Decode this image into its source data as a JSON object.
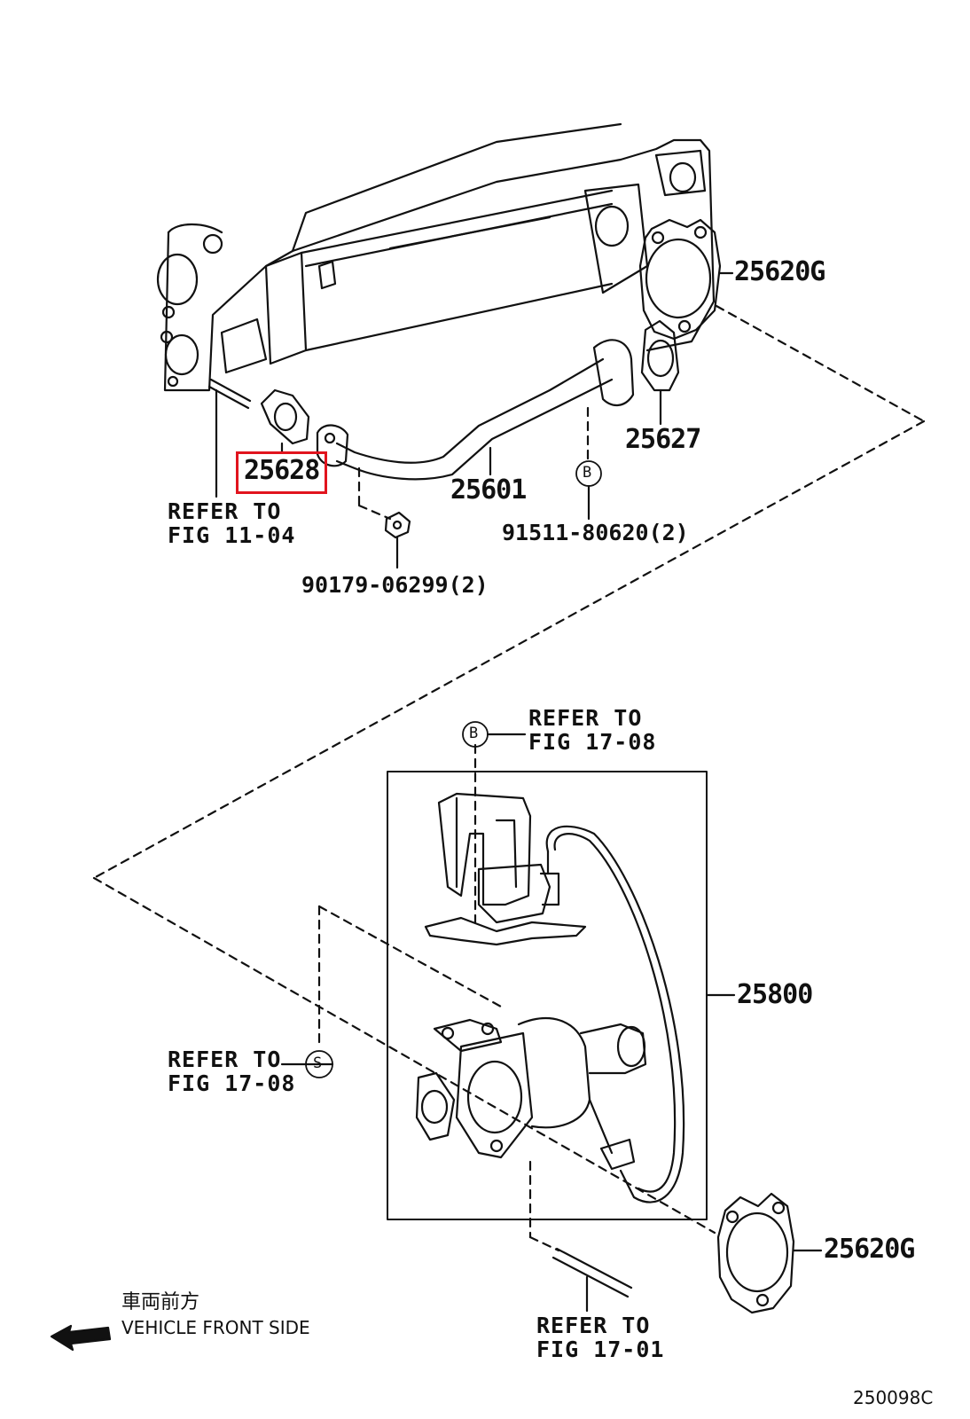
{
  "parts": {
    "p25620g_top": "25620G",
    "p25627": "25627",
    "p25628": "25628",
    "p25601": "25601",
    "p91511": "91511-80620(2)",
    "p90179": "90179-06299(2)",
    "p25800": "25800",
    "p25620g_bottom": "25620G"
  },
  "refs": {
    "fig1104": [
      "REFER TO",
      "FIG 11-04"
    ],
    "fig1708_b": [
      "REFER TO",
      "FIG 17-08"
    ],
    "fig1708_s": [
      "REFER TO",
      "FIG 17-08"
    ],
    "fig1701": [
      "REFER TO",
      "FIG 17-01"
    ]
  },
  "markers": {
    "b1": "B",
    "b2": "B",
    "s": "S"
  },
  "direction": {
    "jp": "車両前方",
    "en": "VEHICLE FRONT SIDE"
  },
  "figure_id": "250098C",
  "highlight": {
    "part": "25628",
    "color": "#e1141e"
  }
}
